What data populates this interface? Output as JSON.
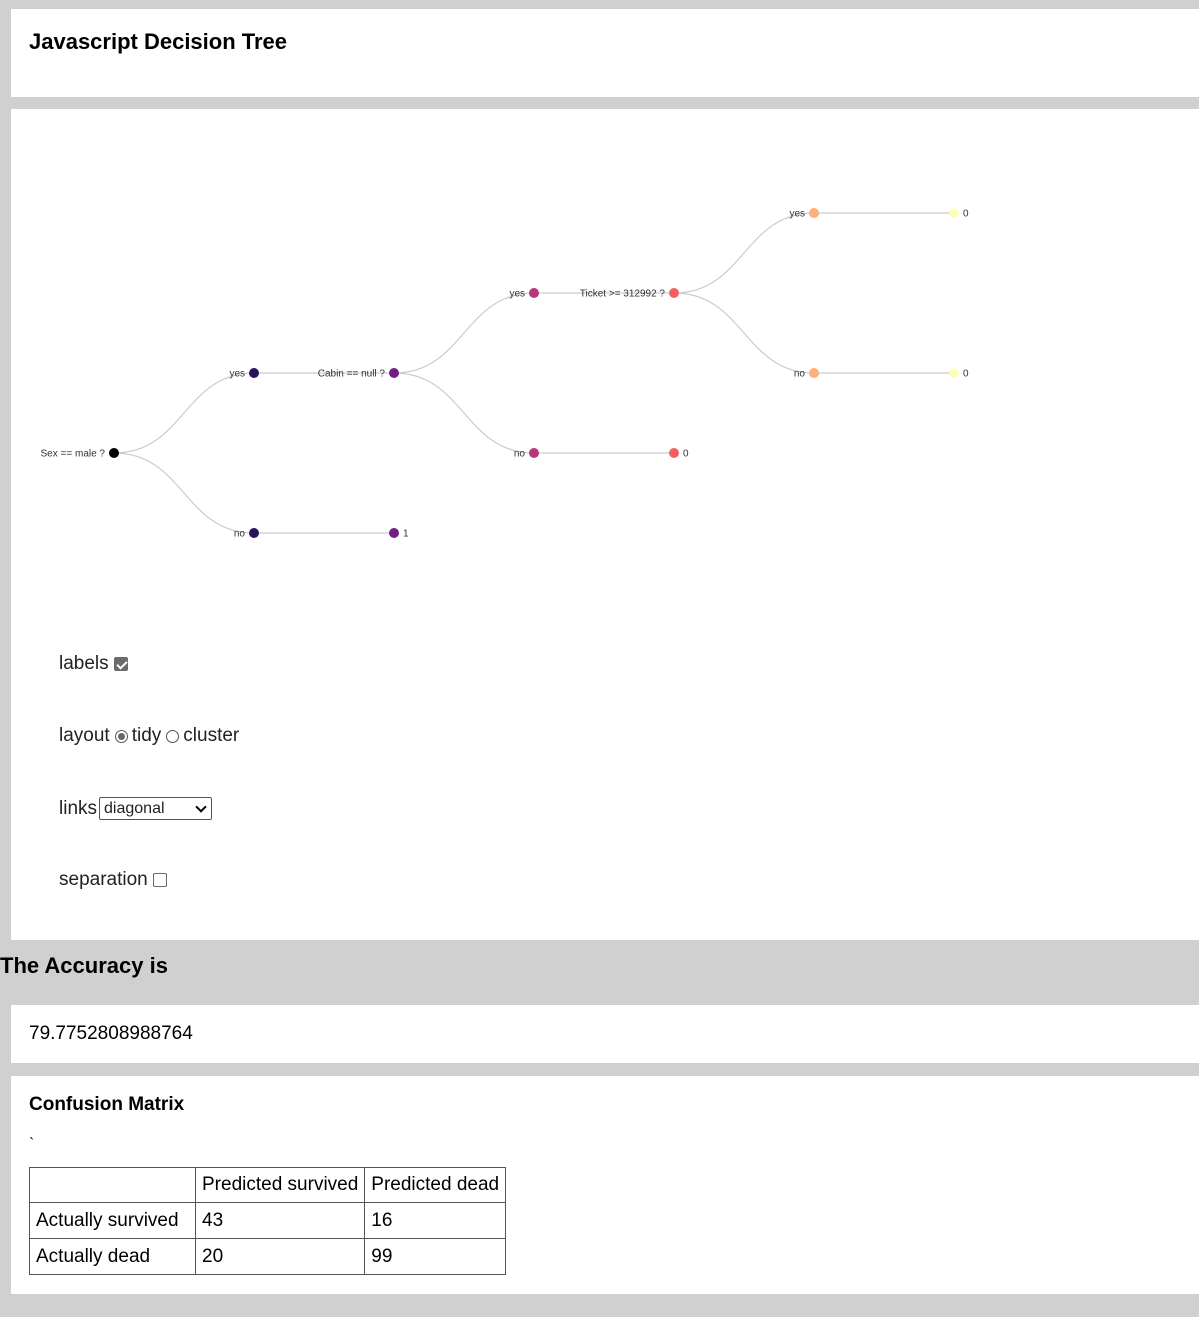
{
  "header": {
    "title": "Javascript Decision Tree"
  },
  "tree": {
    "nodes": [
      {
        "id": "root",
        "label": "Sex == male ?",
        "color": "#000004"
      },
      {
        "id": "n-yes-1",
        "label": "yes",
        "color": "#2c115f"
      },
      {
        "id": "n-no-1",
        "label": "no",
        "color": "#2c115f"
      },
      {
        "id": "n-cabin",
        "label": "Cabin == null ?",
        "color": "#721f81"
      },
      {
        "id": "n-leaf-1",
        "label": "1",
        "color": "#721f81"
      },
      {
        "id": "n-yes-2",
        "label": "yes",
        "color": "#b73779"
      },
      {
        "id": "n-no-2",
        "label": "no",
        "color": "#b73779"
      },
      {
        "id": "n-ticket",
        "label": "Ticket >= 312992 ?",
        "color": "#f1605d"
      },
      {
        "id": "n-leaf-0a",
        "label": "0",
        "color": "#f1605d"
      },
      {
        "id": "n-yes-3",
        "label": "yes",
        "color": "#feb078"
      },
      {
        "id": "n-no-3",
        "label": "no",
        "color": "#feb078"
      },
      {
        "id": "n-leaf-0b",
        "label": "0",
        "color": "#fcfdbf"
      },
      {
        "id": "n-leaf-0c",
        "label": "0",
        "color": "#fcfdbf"
      }
    ],
    "link_color": "#cccccc"
  },
  "controls": {
    "labels": {
      "label": "labels",
      "checked": true
    },
    "layout": {
      "label": "layout",
      "options": [
        "tidy",
        "cluster"
      ],
      "selected": "tidy"
    },
    "links": {
      "label": "links",
      "selected": "diagonal"
    },
    "separation": {
      "label": "separation",
      "checked": false
    }
  },
  "accuracy": {
    "heading": "The Accuracy is",
    "value": "79.7752808988764"
  },
  "confusion_matrix": {
    "title": "Confusion Matrix",
    "backtick": "`",
    "headers": [
      "",
      "Predicted survived",
      "Predicted dead"
    ],
    "rows": [
      [
        "Actually survived",
        "43",
        "16"
      ],
      [
        "Actually dead",
        "20",
        "99"
      ]
    ]
  }
}
